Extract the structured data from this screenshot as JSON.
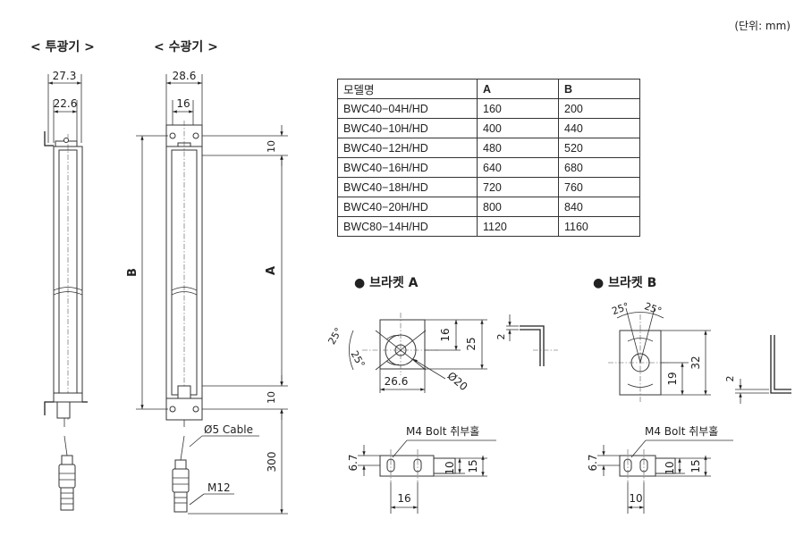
{
  "unit_note": "(단위: mm)",
  "emitter": {
    "title": "< 투광기 >",
    "dim_width": "27.3",
    "dim_inner": "22.6"
  },
  "receiver": {
    "title": "< 수광기 >",
    "dim_width": "28.6",
    "dim_inner": "16",
    "dim_top": "10",
    "dim_bottom": "10",
    "label_a": "A",
    "label_b": "B",
    "cable_label": "Ø5 Cable",
    "connector_label": "M12",
    "cable_length": "300"
  },
  "table": {
    "headers": [
      "모델명",
      "A",
      "B"
    ],
    "rows": [
      [
        "BWC40−04H/HD",
        "160",
        "200"
      ],
      [
        "BWC40−10H/HD",
        "400",
        "440"
      ],
      [
        "BWC40−12H/HD",
        "480",
        "520"
      ],
      [
        "BWC40−16H/HD",
        "640",
        "680"
      ],
      [
        "BWC40−18H/HD",
        "720",
        "760"
      ],
      [
        "BWC40−20H/HD",
        "800",
        "840"
      ],
      [
        "BWC80−14H/HD",
        "1120",
        "1160"
      ]
    ]
  },
  "bracket_a": {
    "title": "● 브라켓 A",
    "angle_1": "25°",
    "angle_2": "25°",
    "dim_16": "16",
    "dim_25": "25",
    "dim_thk": "2",
    "dim_width": "26.6",
    "dim_dia": "Ø20",
    "bolt_label": "M4 Bolt 취부홀",
    "dim_67": "6.7",
    "dim_10": "10",
    "dim_15": "15",
    "dim_16b": "16"
  },
  "bracket_b": {
    "title": "● 브라켓 B",
    "angle_1": "25°",
    "angle_2": "25°",
    "dim_19": "19",
    "dim_32": "32",
    "dim_thk": "2",
    "bolt_label": "M4 Bolt 취부홀",
    "dim_67": "6.7",
    "dim_10": "10",
    "dim_15": "15",
    "dim_10b": "10"
  }
}
